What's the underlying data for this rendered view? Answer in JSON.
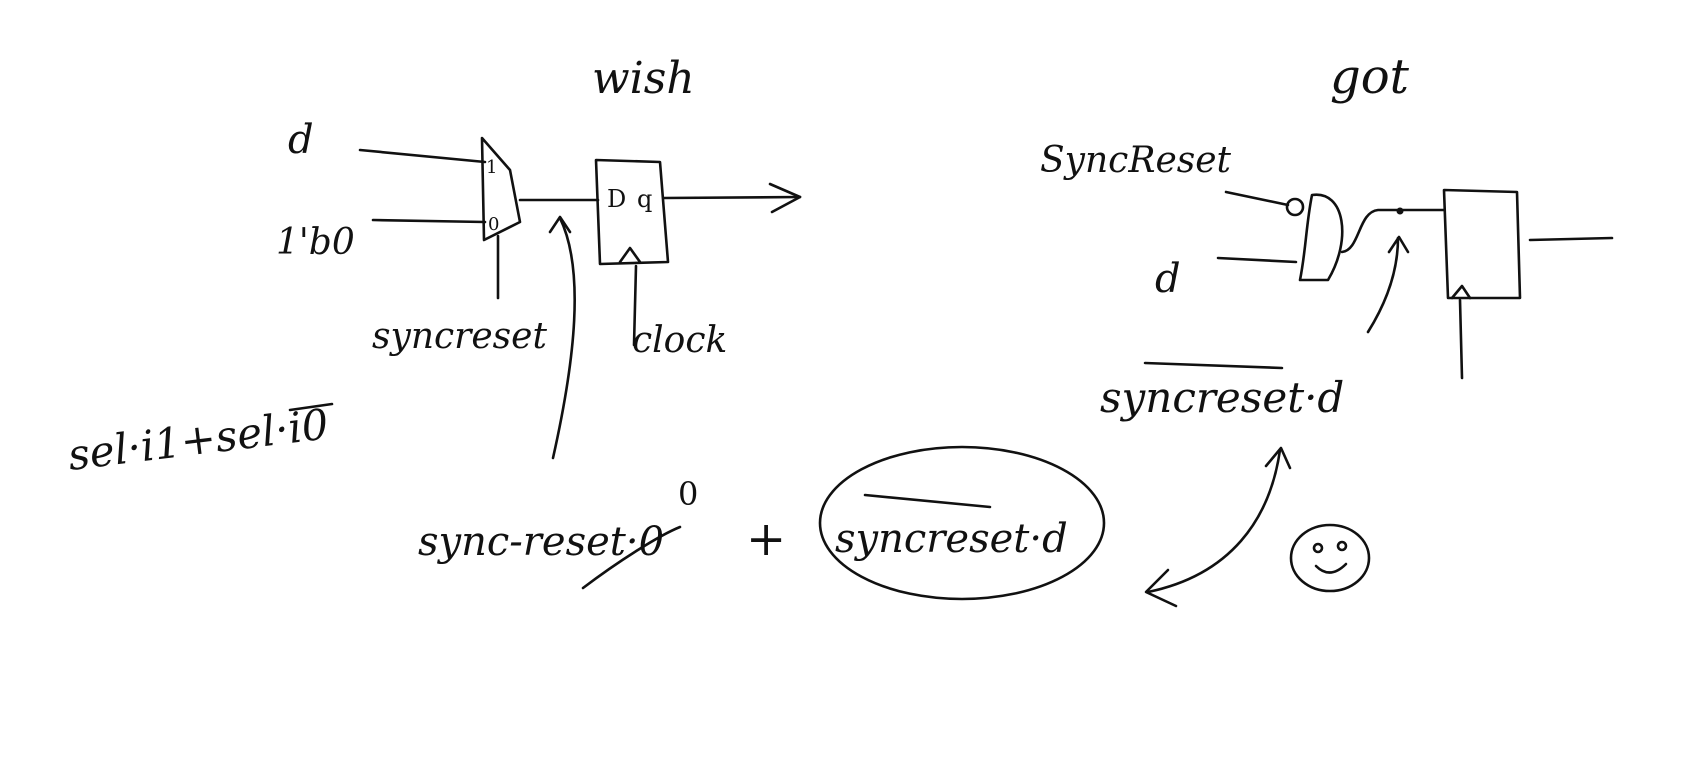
{
  "colors": {
    "background": "#ffffff",
    "ink": "#111111"
  },
  "sections": {
    "wish": {
      "title": "wish"
    },
    "got": {
      "title": "got"
    }
  },
  "wish_circuit": {
    "input_d": "d",
    "input_const": "1'b0",
    "mux_sel_one": "1",
    "mux_sel_zero": "0",
    "flop_d": "D",
    "flop_q": "q",
    "select_label": "syncreset",
    "clock_label": "clock",
    "mux_equation": "sel·i1+sel·i0"
  },
  "got_circuit": {
    "input_sync": "SyncReset",
    "input_d": "d",
    "expression": "syncreset·d"
  },
  "derivation": {
    "term_left": "sync-reset·0",
    "zero_annotation": "0",
    "plus": "+",
    "term_right": "syncreset·d"
  },
  "decorations": {
    "smiley": "smiley-face"
  }
}
